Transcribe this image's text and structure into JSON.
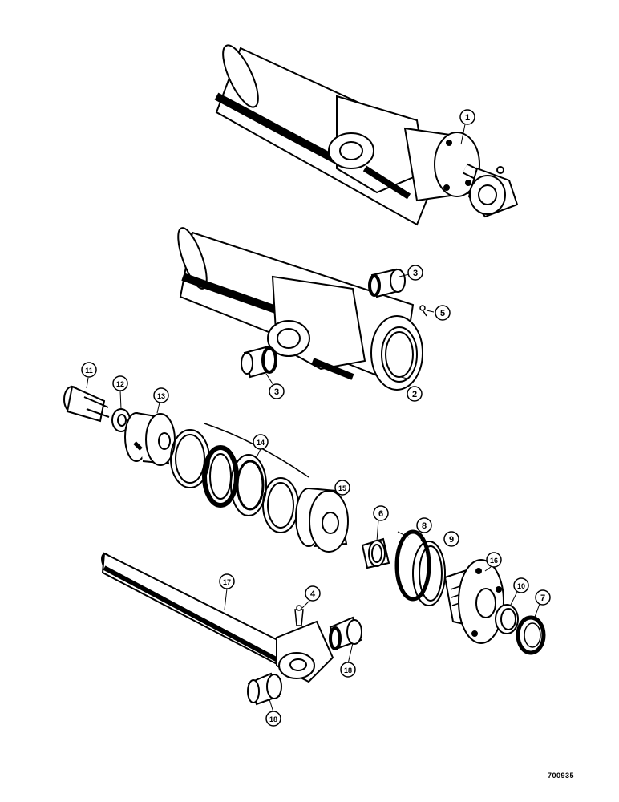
{
  "figure_number": "700935",
  "callouts": {
    "c1": "1",
    "c2": "2",
    "c3a": "3",
    "c3b": "3",
    "c4": "4",
    "c5": "5",
    "c6": "6",
    "c7": "7",
    "c8": "8",
    "c9": "9",
    "c10": "10",
    "c11": "11",
    "c12": "12",
    "c13": "13",
    "c14": "14",
    "c15": "15",
    "c16": "16",
    "c17": "17",
    "c18a": "18",
    "c18b": "18"
  },
  "colors": {
    "ink": "#000000",
    "paper": "#ffffff"
  }
}
